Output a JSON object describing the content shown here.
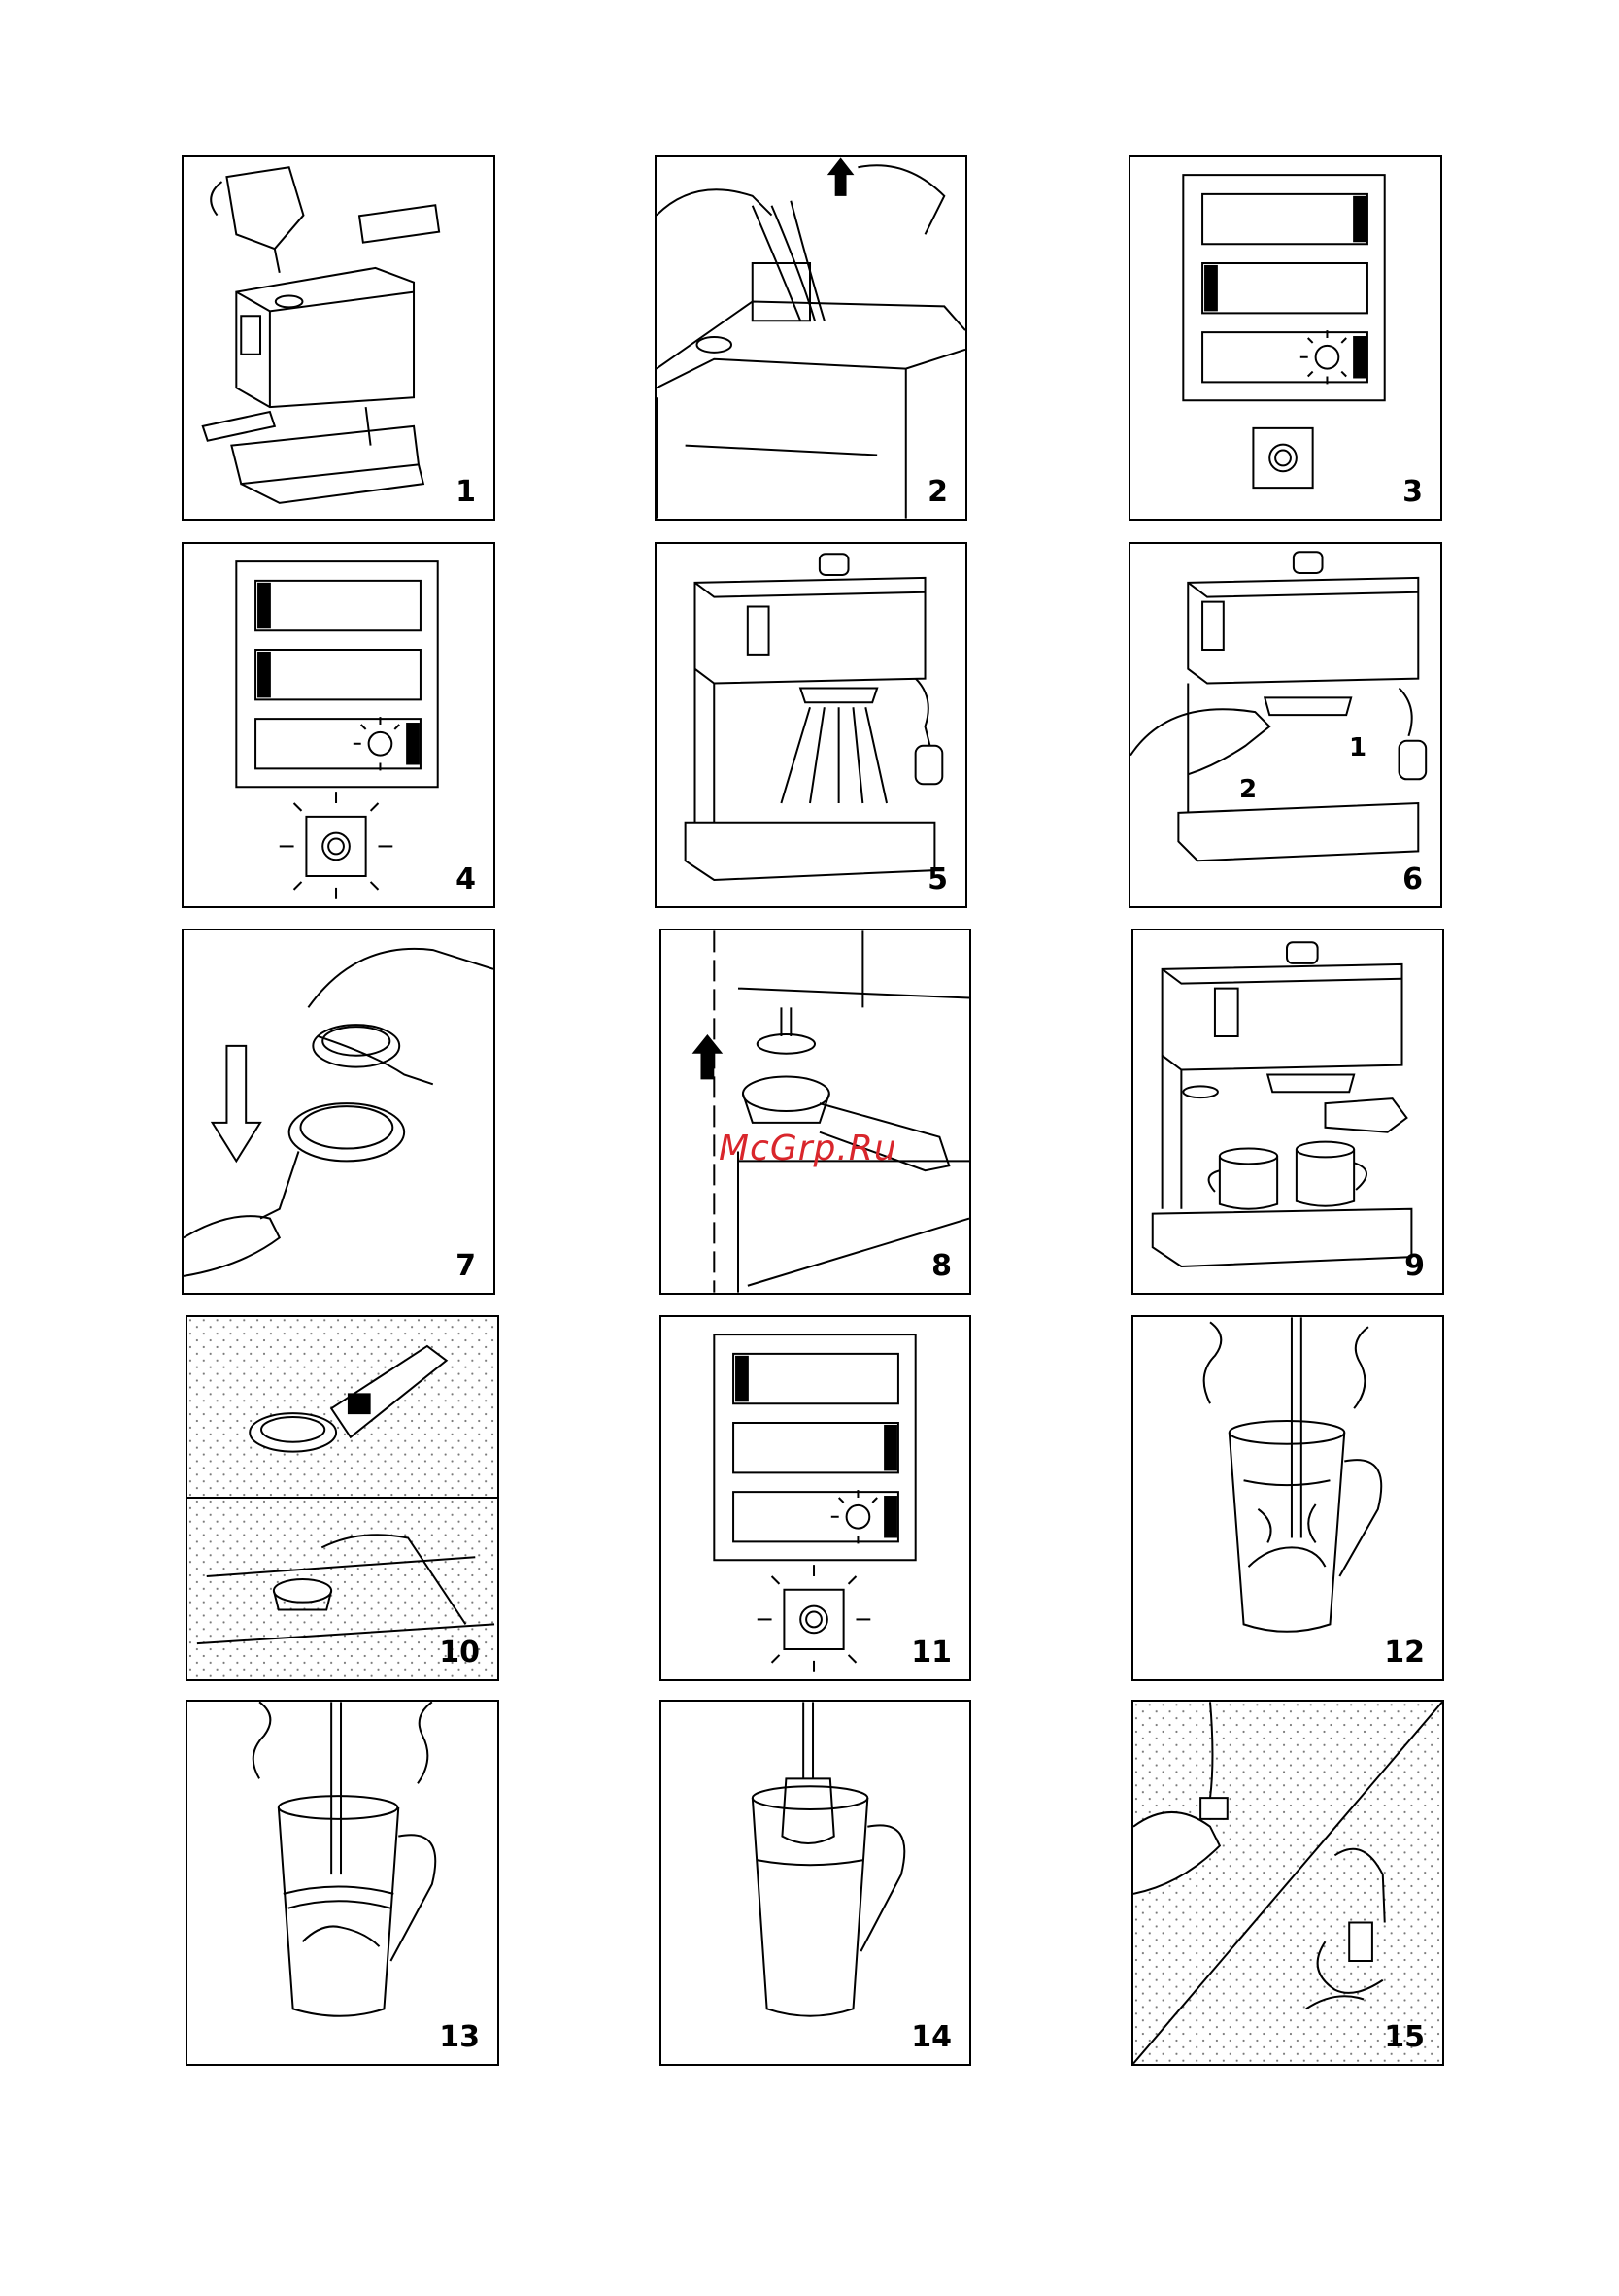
{
  "panels": [
    {
      "number": "1"
    },
    {
      "number": "2"
    },
    {
      "number": "3"
    },
    {
      "number": "4"
    },
    {
      "number": "5"
    },
    {
      "number": "6"
    },
    {
      "number": "7"
    },
    {
      "number": "8"
    },
    {
      "number": "9"
    },
    {
      "number": "10"
    },
    {
      "number": "11"
    },
    {
      "number": "12"
    },
    {
      "number": "13"
    },
    {
      "number": "14"
    },
    {
      "number": "15"
    }
  ],
  "panel6_labels": {
    "one": "1",
    "two": "2"
  },
  "watermark": "McGrp.Ru"
}
